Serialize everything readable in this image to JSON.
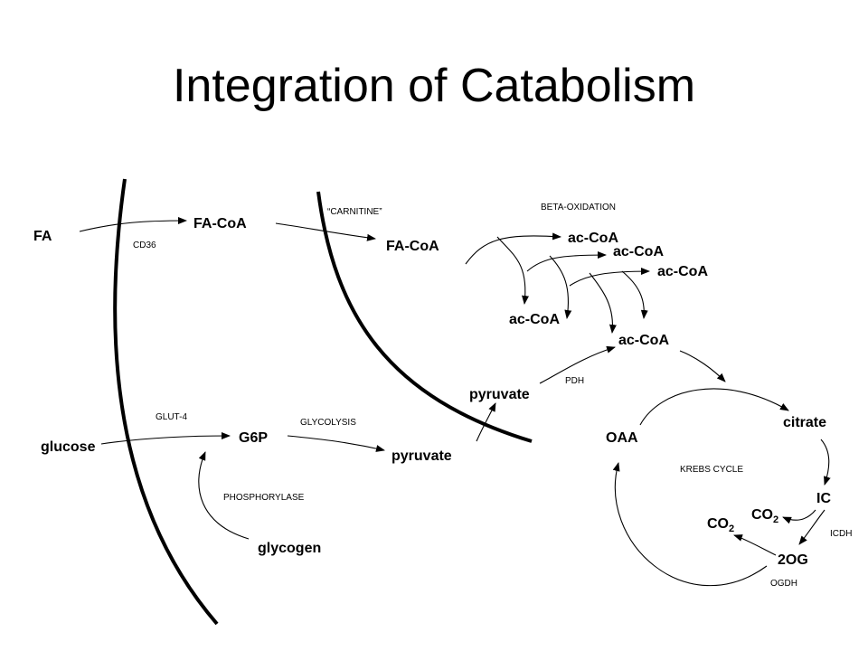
{
  "title": "Integration of Catabolism",
  "metabolites": {
    "fa": "FA",
    "fa_coa_1": "FA-CoA",
    "fa_coa_2": "FA-CoA",
    "ac_coa_1": "ac-CoA",
    "ac_coa_2": "ac-CoA",
    "ac_coa_3": "ac-CoA",
    "ac_coa_4": "ac-CoA",
    "ac_coa_5": "ac-CoA",
    "glucose": "glucose",
    "g6p": "G6P",
    "pyruvate_1": "pyruvate",
    "pyruvate_2": "pyruvate",
    "glycogen": "glycogen",
    "citrate": "citrate",
    "oaa": "OAA",
    "ic": "IC",
    "two_og": "2OG",
    "co2_base": "CO",
    "co2_sub": "2"
  },
  "labels": {
    "cd36": "CD36",
    "carnitine": "“CARNITINE”",
    "beta_oxidation": "BETA-OXIDATION",
    "glut4": "GLUT-4",
    "glycolysis": "GLYCOLYSIS",
    "phosphorylase": "PHOSPHORYLASE",
    "pdh": "PDH",
    "krebs_cycle": "KREBS CYCLE",
    "icdh": "ICDH",
    "ogdh": "OGDH"
  }
}
